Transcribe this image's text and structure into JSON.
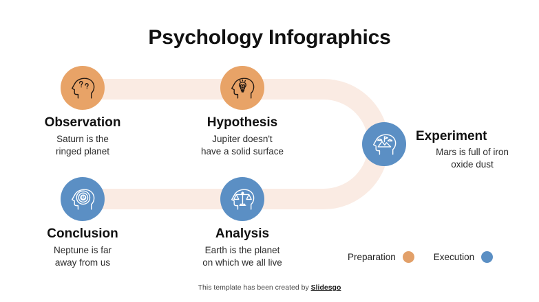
{
  "page": {
    "title": "Psychology Infographics",
    "background_color": "#FFFFFF",
    "path_color": "#FAEBE3",
    "preparation_color": "#E8A367",
    "execution_color": "#5B8FC4"
  },
  "nodes": [
    {
      "id": "observation",
      "title": "Observation",
      "description": "Saturn is the\nringed planet",
      "stage": "Preparation",
      "color": "#E8A367",
      "icon": "head-question-marks-icon"
    },
    {
      "id": "hypothesis",
      "title": "Hypothesis",
      "description": "Jupiter doesn't\nhave a solid surface",
      "stage": "Preparation",
      "color": "#E8A367",
      "icon": "head-lightbulb-icon"
    },
    {
      "id": "experiment",
      "title": "Experiment",
      "description": "Mars is full of iron\noxide dust",
      "stage": "Execution",
      "color": "#5B8FC4",
      "icon": "head-mountain-flag-icon"
    },
    {
      "id": "analysis",
      "title": "Analysis",
      "description": "Earth is the planet\non which we all live",
      "stage": "Execution",
      "color": "#5B8FC4",
      "icon": "head-scales-icon"
    },
    {
      "id": "conclusion",
      "title": "Conclusion",
      "description": "Neptune is far\naway from us",
      "stage": "Execution",
      "color": "#5B8FC4",
      "icon": "head-power-button-icon"
    }
  ],
  "legend": {
    "items": [
      {
        "label": "Preparation",
        "color": "#E2A069"
      },
      {
        "label": "Execution",
        "color": "#5B8FC4"
      }
    ]
  },
  "footer": {
    "text": "This template has been created by ",
    "brand": "Slidesgo"
  }
}
